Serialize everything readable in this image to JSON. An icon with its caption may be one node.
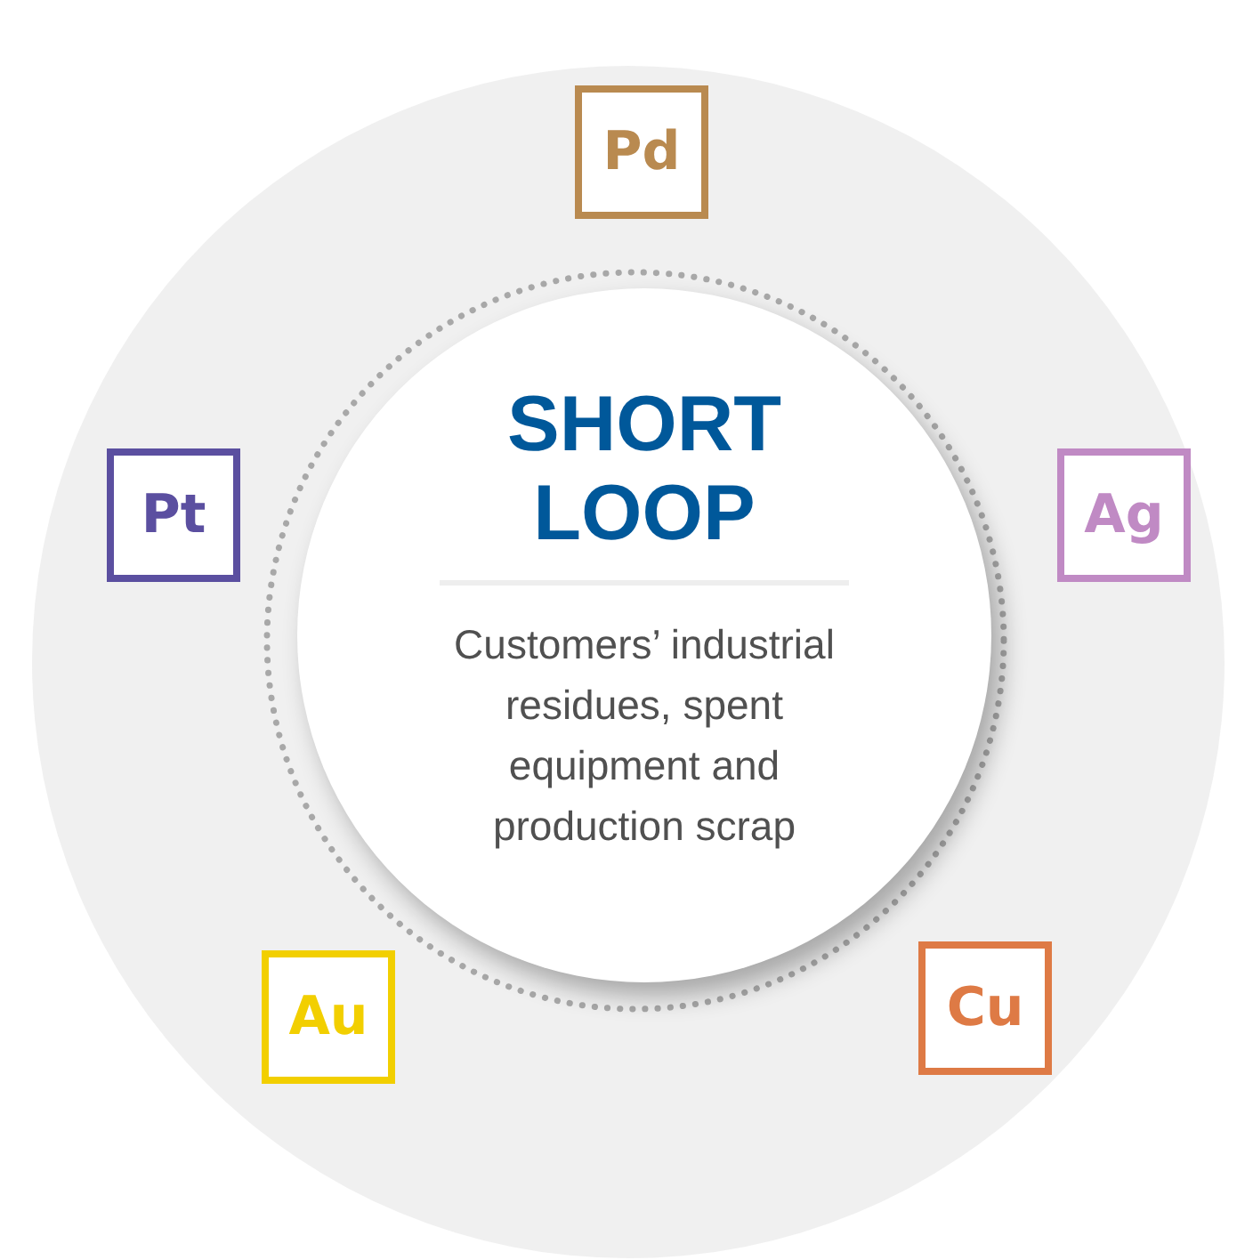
{
  "diagram": {
    "nodes": [
      {
        "text": [],
        "shape": "circle"
      },
      {
        "text": [
          "SHORT LOOP",
          "Customers’ industrial residues, spent equipment and production scrap"
        ],
        "in": 0
      },
      {
        "text": [
          "Pd"
        ],
        "in": 0
      },
      {
        "text": [
          "Pt"
        ],
        "in": 0
      },
      {
        "text": [
          "Ag"
        ],
        "in": 0
      },
      {
        "text": [
          "Au"
        ],
        "in": 0
      },
      {
        "text": [
          "Cu"
        ],
        "in": 0
      }
    ]
  }
}
